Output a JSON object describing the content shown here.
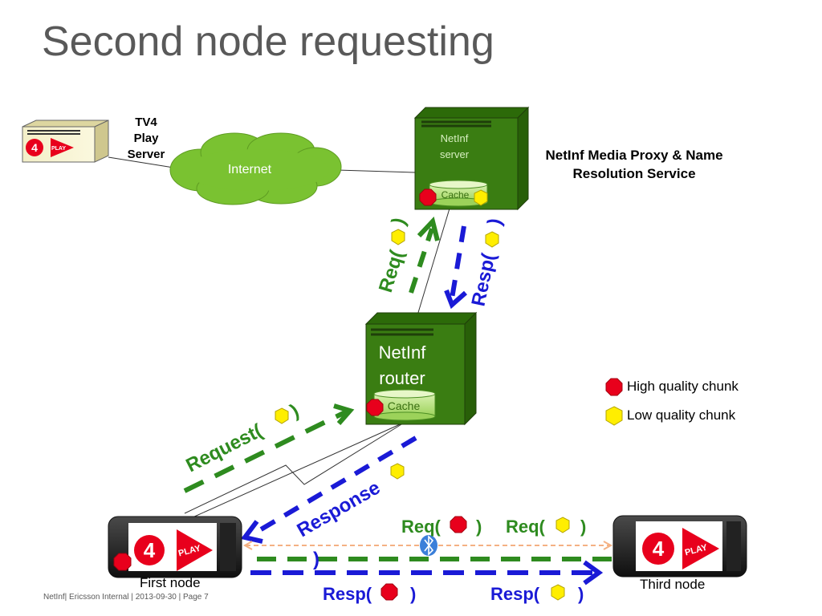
{
  "slide": {
    "title": "Second node requesting",
    "footer": "NetInf|  Ericsson Internal  |  2013-09-30  |  Page 7"
  },
  "nodes": {
    "tv4_server_label": "TV4\nPlay\nServer",
    "internet_label": "Internet",
    "netinf_server_label_1": "NetInf",
    "netinf_server_label_2": "server",
    "netinf_server_cache": "Cache",
    "proxy_label": "NetInf Media Proxy & Name Resolution Service",
    "router_label_1": "NetInf",
    "router_label_2": "router",
    "router_cache": "Cache",
    "first_node_label": "First node",
    "third_node_label": "Third node",
    "logo_4": "4",
    "logo_play": "PLAY"
  },
  "messages": {
    "req_up": "Req(",
    "resp_down": "Resp(",
    "request": "Request(",
    "response": "Response",
    "req_left": "Req(",
    "req_right": "Req(",
    "resp_left": "Resp(",
    "resp_right": "Resp(",
    "close_paren": ")"
  },
  "legend": {
    "high": "High quality chunk",
    "low": "Low quality chunk"
  },
  "colors": {
    "title_gray": "#595959",
    "server_green": "#3a7d12",
    "cloud_green": "#7ac231",
    "req_green": "#2e8b1f",
    "resp_blue": "#1a1ad6",
    "high_chunk_red": "#e8001c",
    "low_chunk_yellow": "#ffee00",
    "bluetooth_blue": "#3b7fd9",
    "bt_link_orange": "#f4b183"
  },
  "icons": [
    "tv4-play-server-icon",
    "internet-cloud-icon",
    "server-tower-icon",
    "phone-icon",
    "bluetooth-icon",
    "hexagon-chunk-icon"
  ]
}
